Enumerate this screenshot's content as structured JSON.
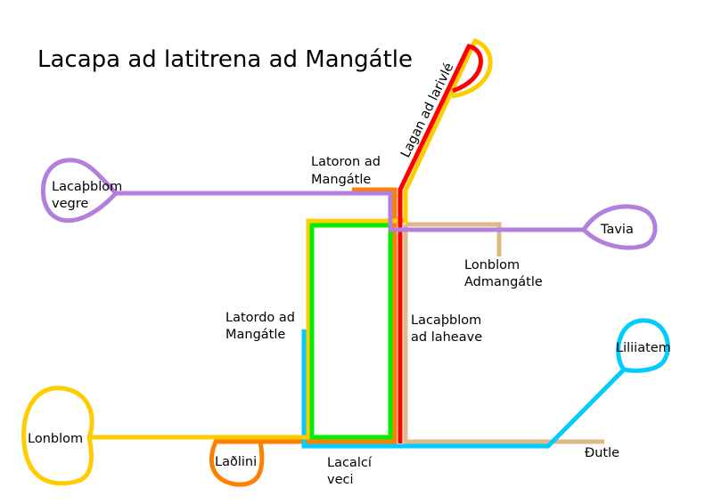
{
  "title": "Lacapa ad latitrena ad Mangátle",
  "line_colors": {
    "yellow": "#ffcc00",
    "red": "#ff0000",
    "orange": "#ff8000",
    "green": "#00ee00",
    "purple": "#b27fdc",
    "tan": "#deb887",
    "cyan": "#00ccff"
  },
  "stations": {
    "lagan": "Lagan ad larivlé",
    "latoron": [
      "Latoron ad",
      "Mangátle"
    ],
    "lacapblom_vegre": [
      "Lacaþblom",
      "vegre"
    ],
    "tavia": "Tavia",
    "lonblom_admangatle": [
      "Lonblom",
      "Admangátle"
    ],
    "latordo": [
      "Latordo ad",
      "Mangátle"
    ],
    "lacapblom_laheave": [
      "Lacaþblom",
      "ad laheave"
    ],
    "liliiatem": "Liliiatem",
    "lonblom": "Lonblom",
    "ladlini": "Laðlini",
    "lacalci": [
      "Lacalcí",
      "veci"
    ],
    "dutle": "Đutle"
  }
}
